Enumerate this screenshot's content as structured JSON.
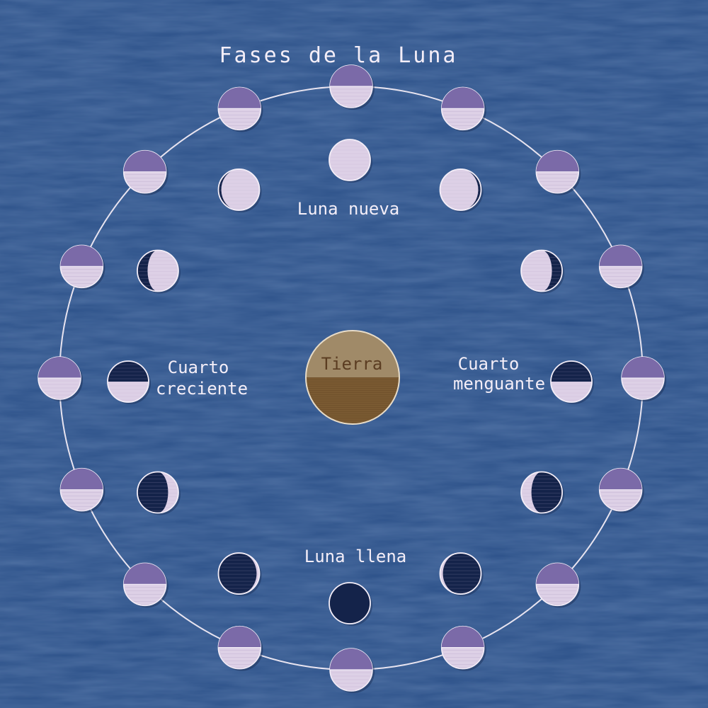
{
  "title": "Fases de la Luna",
  "earth_label": "Tierra",
  "labels": {
    "new_moon": "Luna nueva",
    "first_quarter_line1": "Cuarto",
    "first_quarter_line2": "creciente",
    "last_quarter_line1": "Cuarto",
    "last_quarter_line2": "menguante",
    "full_moon": "Luna llena"
  },
  "orbit_moon_count": 16,
  "inner_phase_count": 12,
  "inner_phases": [
    {
      "angle_deg": 0,
      "illuminated_fraction": 1.0,
      "lit_side": "none"
    },
    {
      "angle_deg": 30,
      "illuminated_fraction": 0.93,
      "lit_side": "left"
    },
    {
      "angle_deg": 60,
      "illuminated_fraction": 0.75,
      "lit_side": "left"
    },
    {
      "angle_deg": 90,
      "illuminated_fraction": 0.5,
      "lit_side": "bottom"
    },
    {
      "angle_deg": 120,
      "illuminated_fraction": 0.25,
      "lit_side": "left"
    },
    {
      "angle_deg": 150,
      "illuminated_fraction": 0.07,
      "lit_side": "left"
    },
    {
      "angle_deg": 180,
      "illuminated_fraction": 0.0,
      "lit_side": "none"
    },
    {
      "angle_deg": 210,
      "illuminated_fraction": 0.07,
      "lit_side": "right"
    },
    {
      "angle_deg": 240,
      "illuminated_fraction": 0.25,
      "lit_side": "right"
    },
    {
      "angle_deg": 270,
      "illuminated_fraction": 0.5,
      "lit_side": "bottom"
    },
    {
      "angle_deg": 300,
      "illuminated_fraction": 0.75,
      "lit_side": "right"
    },
    {
      "angle_deg": 330,
      "illuminated_fraction": 0.93,
      "lit_side": "right"
    }
  ],
  "colors": {
    "background": "#2c5189",
    "orbit_line": "#e8e4f0",
    "moon_light": "#ddd0e6",
    "moon_shadow_half": "#7b6aa8",
    "moon_dark": "#14234a",
    "earth_top": "#a08a68",
    "earth_bottom": "#7a5a32",
    "earth_outline": "#e8dcc8"
  }
}
